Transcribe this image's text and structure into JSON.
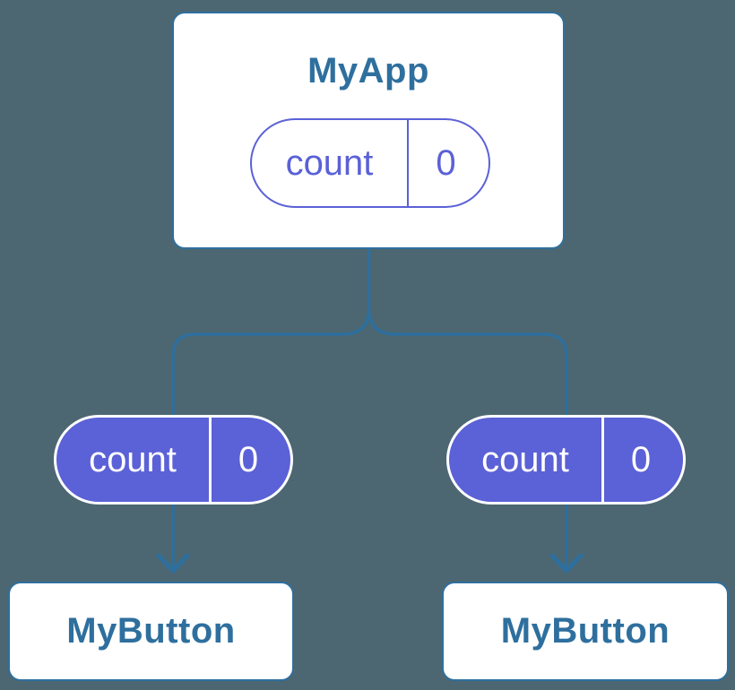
{
  "diagram": {
    "background_color": "#4C6771",
    "stroke_color": "#2E6F9E",
    "purple_color": "#5B61D6",
    "card_color": "#FFFFFF",
    "parent": {
      "title": "MyApp",
      "state_pill": {
        "label": "count",
        "value": "0"
      }
    },
    "prop_pills": [
      {
        "label": "count",
        "value": "0"
      },
      {
        "label": "count",
        "value": "0"
      }
    ],
    "children": [
      {
        "title": "MyButton"
      },
      {
        "title": "MyButton"
      }
    ]
  }
}
